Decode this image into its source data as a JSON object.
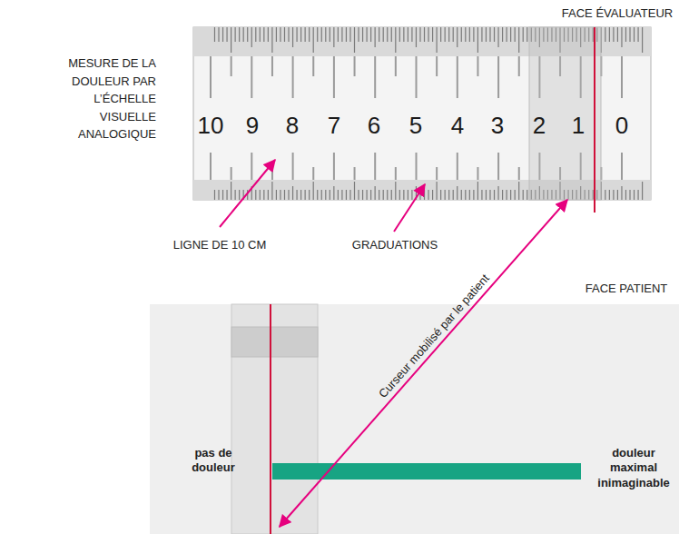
{
  "diagram": {
    "nodes": [
      {
        "text": [
          "FACE ÉVALUATEUR",
          "10",
          "9",
          "8",
          "7",
          "6",
          "5",
          "4",
          "3",
          "2",
          "1",
          "0"
        ]
      },
      {
        "text": [
          "FACE PATIENT",
          "pas de douleur",
          "douleur maximal inimaginable"
        ]
      }
    ],
    "edges": [
      {
        "from": 0,
        "to": 1,
        "arrow": "both",
        "label": "Curseur mobilisé par le patient"
      }
    ],
    "labels": [
      "MESURE DE LA DOULEUR PAR L’ÉCHELLE VISUELLE ANALOGIQUE",
      "LIGNE DE 10 CM",
      "GRADUATIONS"
    ]
  }
}
